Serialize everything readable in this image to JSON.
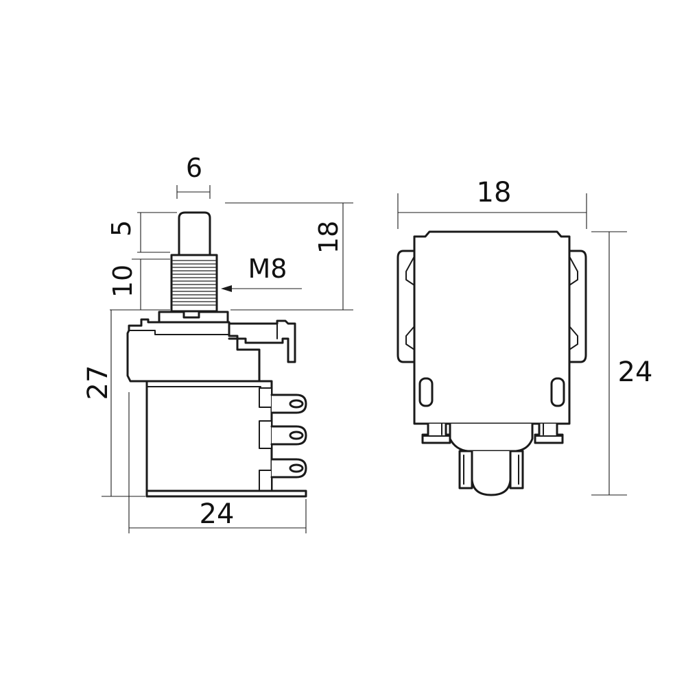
{
  "diagram": {
    "labels": {
      "shaft_width": "6",
      "shaft_length": "5",
      "bushing_length": "10",
      "total_height_left": "18",
      "thread": "M8",
      "body_height": "27",
      "body_width_left": "24",
      "top_width_right": "18",
      "height_right": "24"
    },
    "line_color": "#1a1a1a",
    "background": "#ffffff"
  }
}
